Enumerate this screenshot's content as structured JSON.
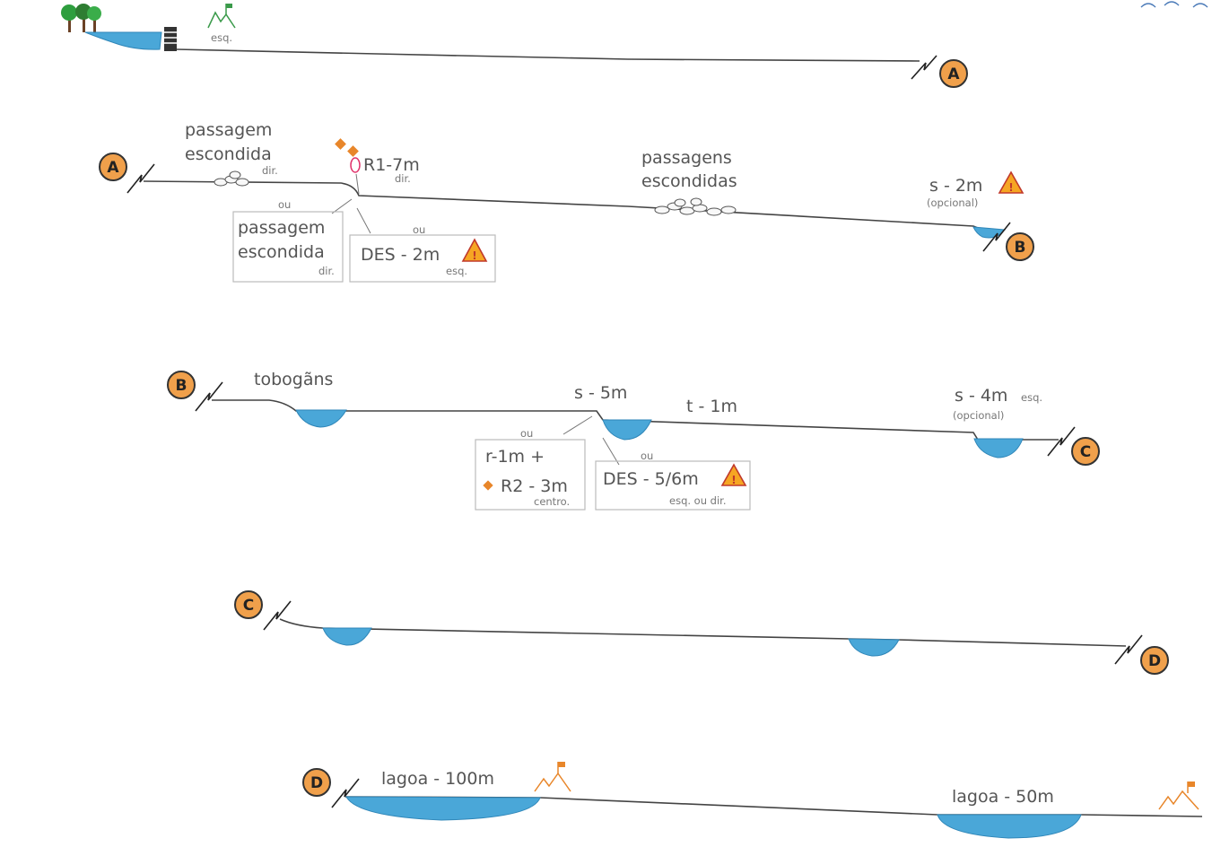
{
  "markers": [
    "A",
    "B",
    "C",
    "D"
  ],
  "row1": {
    "exit_label": "esq."
  },
  "row2": {
    "hidden_passage_label_line1": "passagem",
    "hidden_passage_label_line2": "escondida",
    "hidden_passage_side": "dir.",
    "rappel_label": "R1-7m",
    "rappel_side": "dir.",
    "or_label_left": "ou",
    "or_label_right": "ou",
    "alt_box_line1": "passagem",
    "alt_box_line2": "escondida",
    "alt_box_side": "dir.",
    "des_label": "DES - 2m",
    "des_side": "esq.",
    "passages_line1": "passagens",
    "passages_line2": "escondidas",
    "jump_label": "s - 2m",
    "jump_note": "(opcional)"
  },
  "row3": {
    "slides_label": "tobogãns",
    "jump_label": "s - 5m",
    "t_label": "t - 1m",
    "jump2_label": "s - 4m",
    "jump2_side": "esq.",
    "jump2_note": "(opcional)",
    "or_left": "ou",
    "or_right": "ou",
    "r_box_line1": "r-1m  +",
    "r_box_line2": "R2 - 3m",
    "r_box_side": "centro.",
    "des_label": "DES - 5/6m",
    "des_side": "esq. ou dir."
  },
  "row5": {
    "lagoon1_label": "lagoa - 100m",
    "lagoon2_label": "lagoa - 50m"
  },
  "colors": {
    "water": "#4aa7d8",
    "marker": "#f0a04b",
    "warning": "#f6a623",
    "anchor": "#e8862a",
    "exit_icon_green": "#3a9a4a",
    "exit_icon_orange": "#e8862a"
  },
  "icons": [
    "trees-icon",
    "ladder-icon",
    "exit-icon",
    "warning-icon",
    "anchor-diamond-icon",
    "rocks-icon",
    "bird-icon"
  ]
}
